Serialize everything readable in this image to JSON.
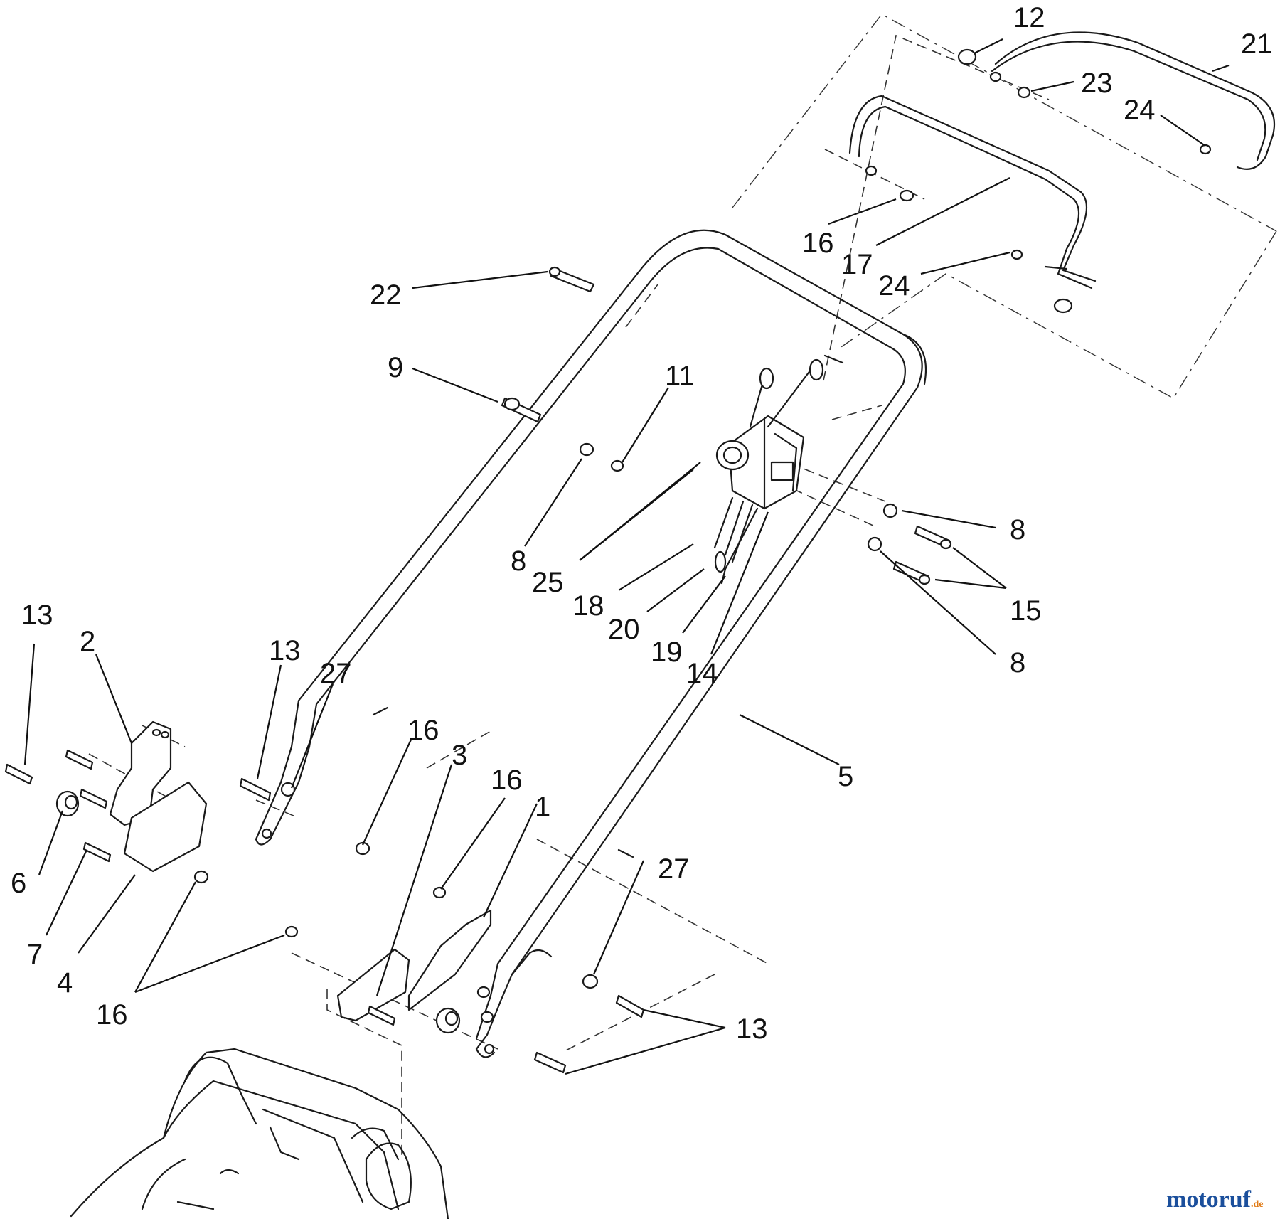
{
  "diagram": {
    "callouts": [
      {
        "id": "c12",
        "label": "12"
      },
      {
        "id": "c21",
        "label": "21"
      },
      {
        "id": "c23",
        "label": "23"
      },
      {
        "id": "c24a",
        "label": "24"
      },
      {
        "id": "c16a",
        "label": "16"
      },
      {
        "id": "c17",
        "label": "17"
      },
      {
        "id": "c24b",
        "label": "24"
      },
      {
        "id": "c22",
        "label": "22"
      },
      {
        "id": "c9",
        "label": "9"
      },
      {
        "id": "c11",
        "label": "11"
      },
      {
        "id": "c8a",
        "label": "8"
      },
      {
        "id": "c25",
        "label": "25"
      },
      {
        "id": "c18",
        "label": "18"
      },
      {
        "id": "c20",
        "label": "20"
      },
      {
        "id": "c19",
        "label": "19"
      },
      {
        "id": "c14",
        "label": "14"
      },
      {
        "id": "c8b",
        "label": "8"
      },
      {
        "id": "c15",
        "label": "15"
      },
      {
        "id": "c8c",
        "label": "8"
      },
      {
        "id": "c13a",
        "label": "13"
      },
      {
        "id": "c2",
        "label": "2"
      },
      {
        "id": "c13b",
        "label": "13"
      },
      {
        "id": "c27a",
        "label": "27"
      },
      {
        "id": "c16b",
        "label": "16"
      },
      {
        "id": "c3",
        "label": "3"
      },
      {
        "id": "c16c",
        "label": "16"
      },
      {
        "id": "c1",
        "label": "1"
      },
      {
        "id": "c5",
        "label": "5"
      },
      {
        "id": "c6",
        "label": "6"
      },
      {
        "id": "c7",
        "label": "7"
      },
      {
        "id": "c4",
        "label": "4"
      },
      {
        "id": "c16d",
        "label": "16"
      },
      {
        "id": "c27b",
        "label": "27"
      },
      {
        "id": "c13c",
        "label": "13"
      }
    ]
  },
  "watermark": {
    "main": "motoruf",
    "suffix": ".de"
  },
  "colors": {
    "line": "#1a1a1a",
    "brand_blue": "#1b4f9c",
    "brand_orange": "#e07b17"
  }
}
